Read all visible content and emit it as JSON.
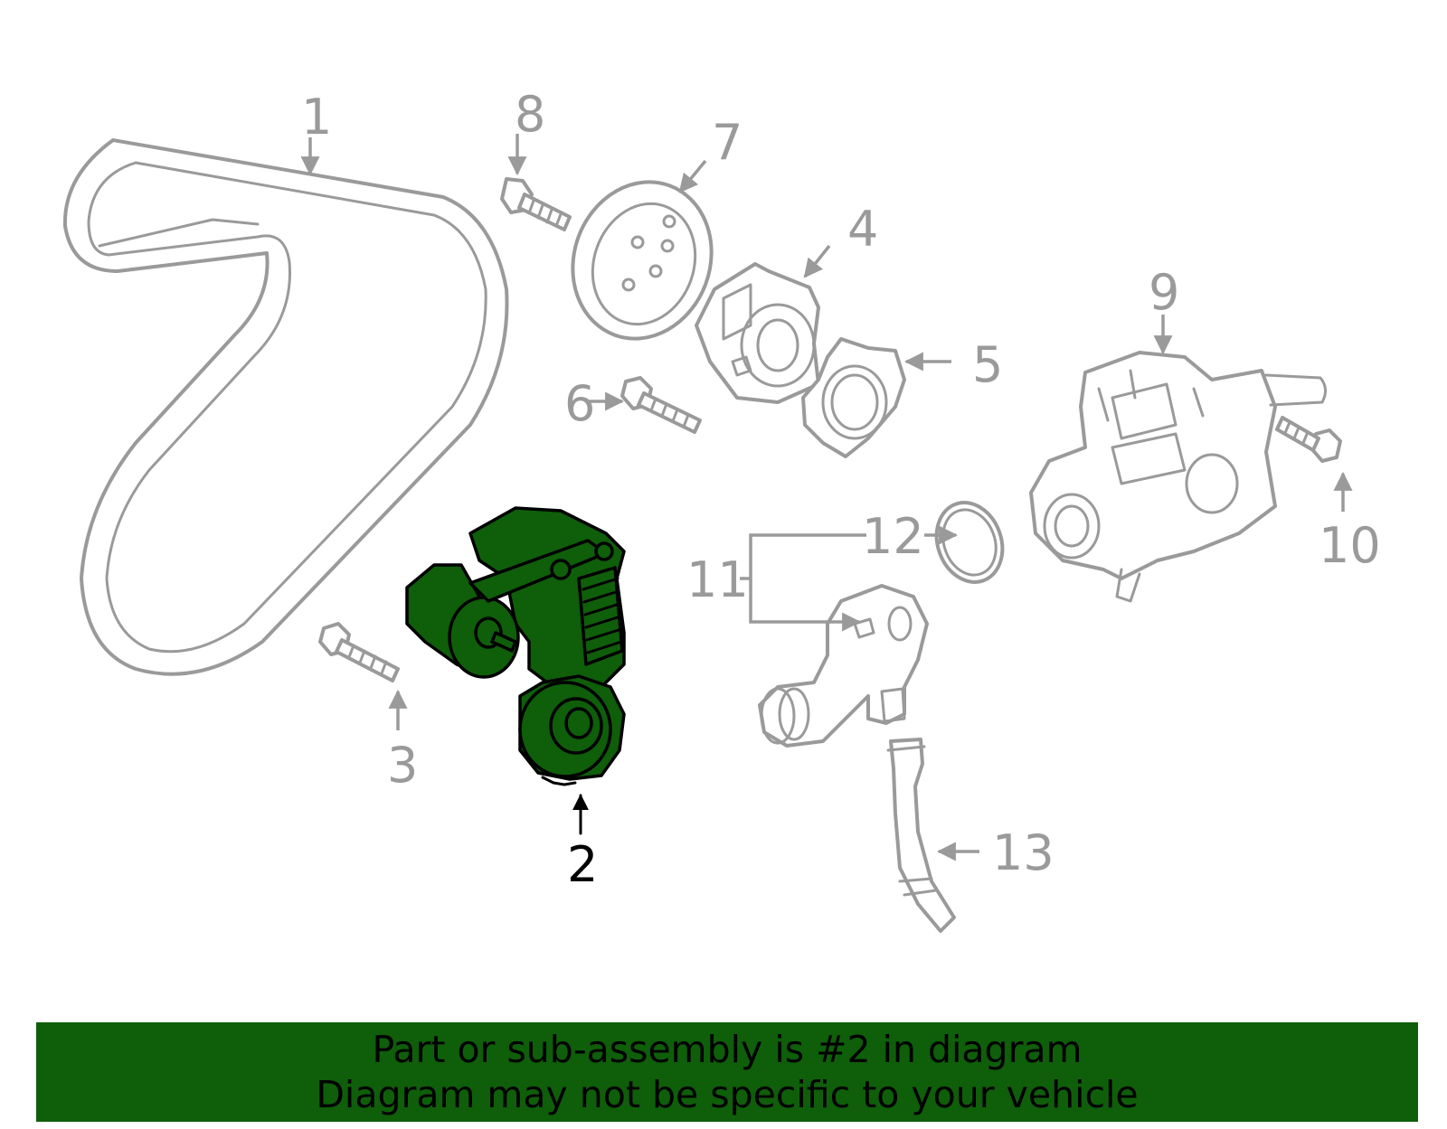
{
  "diagram": {
    "highlighted_callout": "2",
    "highlight_color": "#0f5e0a",
    "part_color": "#9a9a9a",
    "callouts": {
      "c1": "1",
      "c2": "2",
      "c3": "3",
      "c4": "4",
      "c5": "5",
      "c6": "6",
      "c7": "7",
      "c8": "8",
      "c9": "9",
      "c10": "10",
      "c11": "11",
      "c12": "12",
      "c13": "13"
    }
  },
  "banner": {
    "line1": "Part or sub-assembly is #2 in diagram",
    "line2": "Diagram may not be specific to your vehicle",
    "background": "#0f5e0a"
  }
}
